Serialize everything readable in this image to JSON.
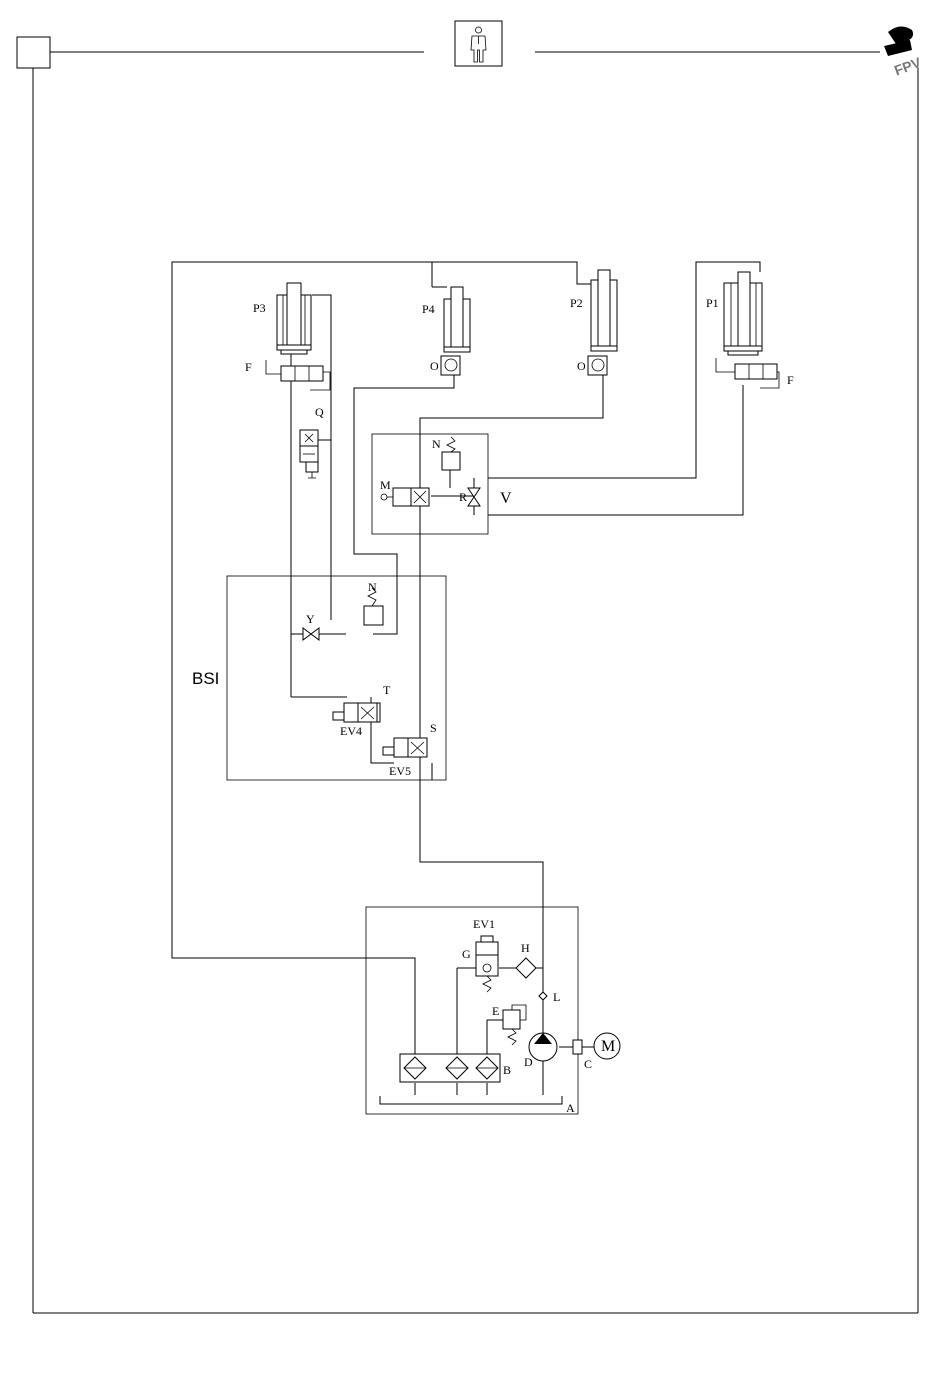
{
  "header": {
    "icon": "person-icon",
    "logo_icon": "brand-logo-icon",
    "logo_text": "FPV"
  },
  "labels": {
    "p3": "P3",
    "p4": "P4",
    "p2": "P2",
    "p1": "P1",
    "f_left": "F",
    "f_right": "F",
    "o_p4": "O",
    "o_p2": "O",
    "q": "Q",
    "n_top": "N",
    "m_top": "M",
    "r": "R",
    "v": "V",
    "n_bsi": "N",
    "y": "Y",
    "bsi": "BSI",
    "t": "T",
    "ev4": "EV4",
    "s": "S",
    "ev5": "EV5",
    "ev1": "EV1",
    "g": "G",
    "h": "H",
    "l": "L",
    "e": "E",
    "d": "D",
    "b": "B",
    "c": "C",
    "a": "A",
    "motor": "M"
  },
  "colors": {
    "line": "#000000",
    "background": "#ffffff",
    "logo": "#777777"
  }
}
